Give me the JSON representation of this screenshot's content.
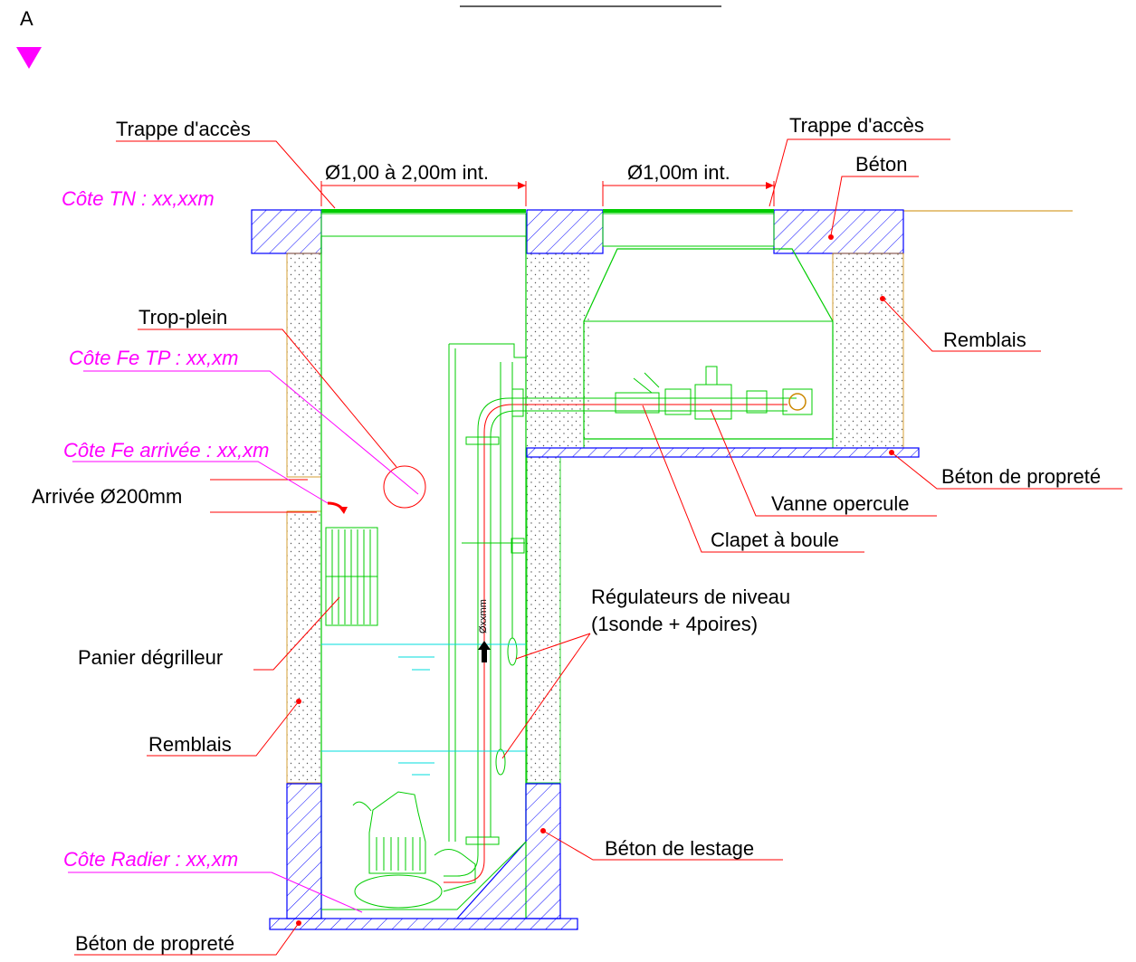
{
  "section_marker": "A",
  "labels": {
    "trappe_left": "Trappe d'accès",
    "trappe_right": "Trappe d'accès",
    "dim_left": "Ø1,00 à 2,00m int.",
    "dim_right": "Ø1,00m int.",
    "beton": "Béton",
    "cote_tn": "Côte TN : xx,xxm",
    "trop_plein": "Trop-plein",
    "cote_fe_tp": "Côte Fe TP : xx,xm",
    "remblais_right": "Remblais",
    "cote_fe_arrivee": "Côte Fe arrivée : xx,xm",
    "beton_proprete_right": "Béton de propreté",
    "arrivee": "Arrivée Ø200mm",
    "vanne": "Vanne opercule",
    "clapet": "Clapet à boule",
    "regulateurs_1": "Régulateurs de niveau",
    "regulateurs_2": "(1sonde + 4poires)",
    "panier": "Panier dégrilleur",
    "remblais_left": "Remblais",
    "beton_lestage": "Béton de lestage",
    "cote_radier": "Côte Radier : xx,xm",
    "beton_proprete_bottom": "Béton de propreté",
    "pipe_dim": "Øxxmm"
  },
  "colors": {
    "marker": "#ff00ff",
    "leader": "#ff0000",
    "concrete": "#0000ff",
    "equipment": "#00cc00",
    "water": "#00dddd",
    "ground": "#cc8800"
  }
}
